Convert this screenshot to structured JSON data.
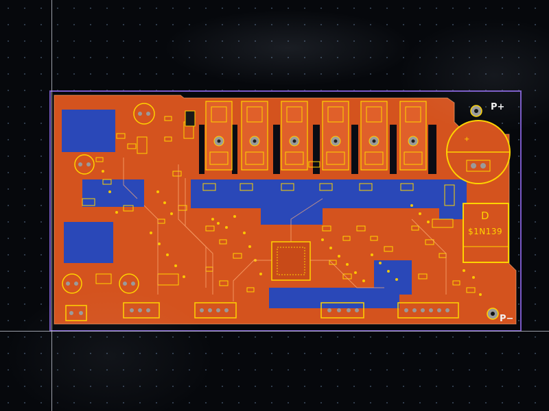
{
  "board": {
    "terminal_positive": "P+",
    "terminal_negative": "P−",
    "diode": {
      "designator": "D",
      "part_number": "$1N139"
    }
  },
  "colors": {
    "canvas_background": "#06080c",
    "grid_dot": "#3b4a5e",
    "copper_top": "#d4531e",
    "copper_bottom": "#2a48b8",
    "silkscreen": "#ffd400",
    "board_outline": "#7a5ac8",
    "guide_line": "#b8bcc8",
    "pad_gray": "#9a9a9a"
  },
  "icons": {
    "origin_guides": "crosshair-guide-lines",
    "mounting_holes": "circle-pad-icon"
  }
}
